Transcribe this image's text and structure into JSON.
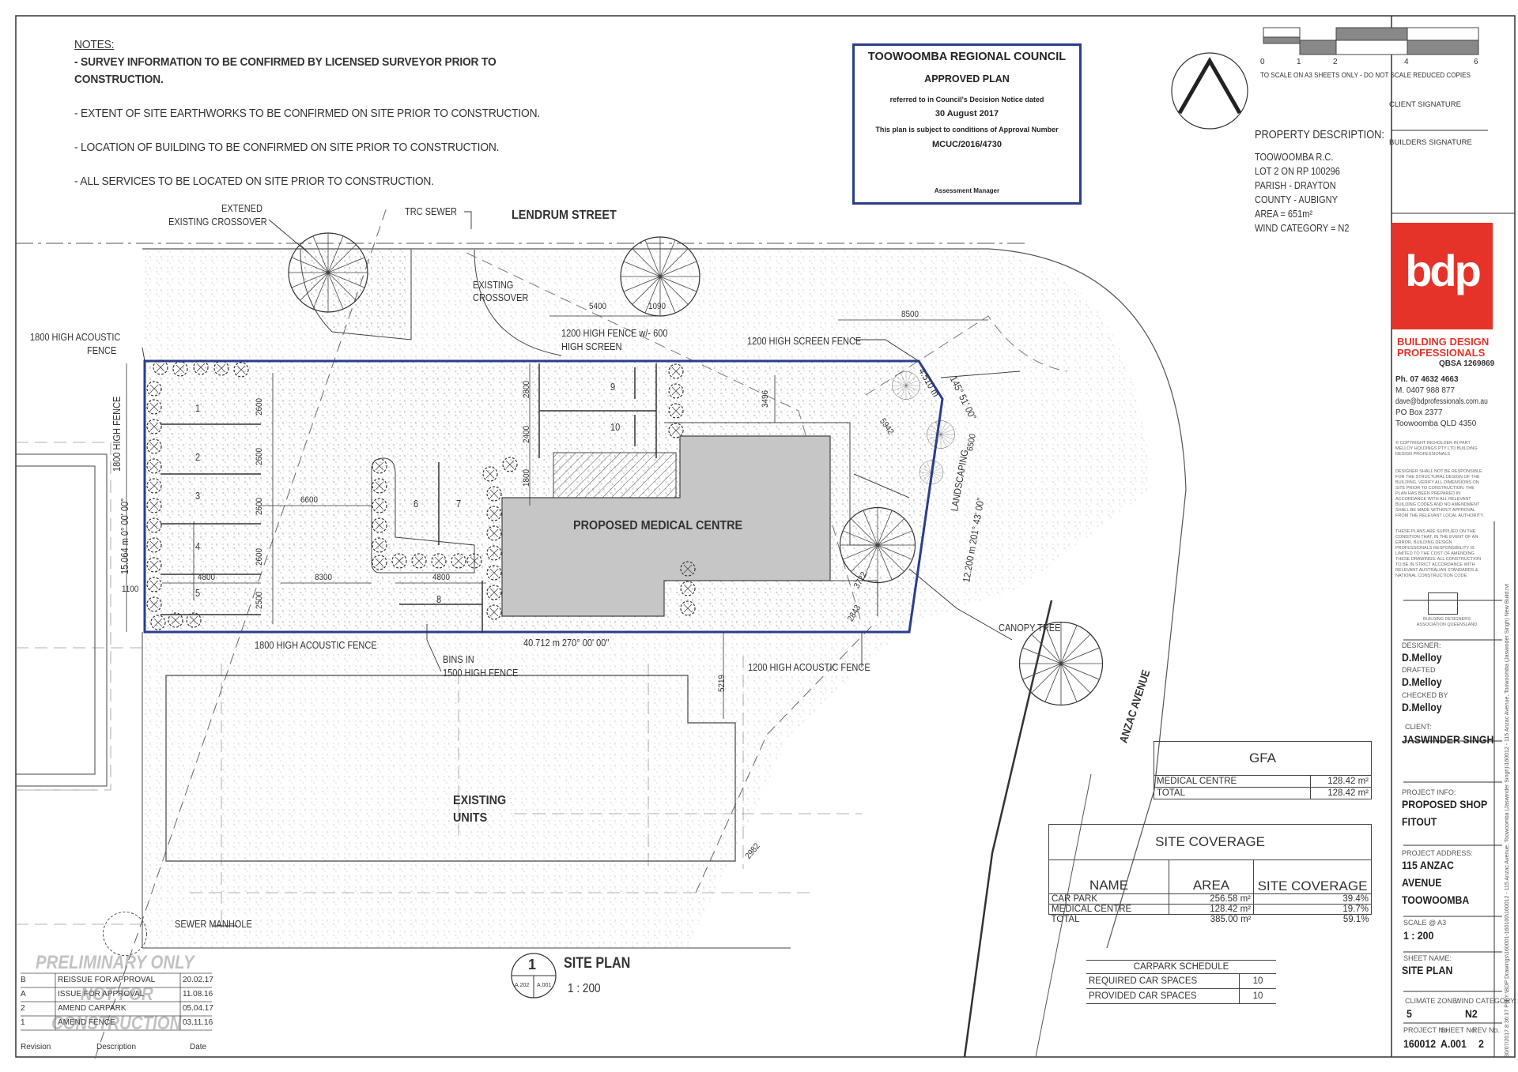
{
  "notes": {
    "heading": "NOTES:",
    "items": [
      "- SURVEY INFORMATION TO BE CONFIRMED BY LICENSED SURVEYOR PRIOR TO",
      "CONSTRUCTION.",
      "- EXTENT OF SITE EARTHWORKS TO BE CONFIRMED ON SITE PRIOR TO CONSTRUCTION.",
      "- LOCATION OF BUILDING TO BE CONFIRMED ON SITE PRIOR TO CONSTRUCTION.",
      "- ALL SERVICES TO BE LOCATED ON SITE PRIOR TO CONSTRUCTION."
    ]
  },
  "stamp": {
    "council": "TOOWOOMBA REGIONAL COUNCIL",
    "approved": "APPROVED PLAN",
    "line1": "referred to in Council's Decision Notice dated",
    "date": "30 August 2017",
    "line2": "This plan is subject to conditions of Approval Number",
    "number": "MCUC/2016/4730",
    "signer": "Assessment Manager"
  },
  "scale_bar": {
    "ticks": [
      "0",
      "1",
      "2",
      "4",
      "6"
    ],
    "note": "TO SCALE ON A3 SHEETS ONLY - DO NOT SCALE REDUCED COPIES"
  },
  "signatures": {
    "client": "CLIENT SIGNATURE",
    "builder": "BUILDERS SIGNATURE"
  },
  "property": {
    "heading": "PROPERTY DESCRIPTION:",
    "lines": [
      "TOOWOOMBA R.C.",
      "LOT 2 ON RP 100296",
      "PARISH - DRAYTON",
      "COUNTY - AUBIGNY",
      "AREA = 651m²",
      "WIND CATEGORY = N2"
    ]
  },
  "labels": {
    "street": "LENDRUM STREET",
    "avenue": "ANZAC AVENUE",
    "building": "PROPOSED MEDICAL CENTRE",
    "existing_units_1": "EXISTING",
    "existing_units_2": "UNITS",
    "extend_crossover_1": "EXTENED",
    "extend_crossover_2": "EXISTING CROSSOVER",
    "trc_sewer": "TRC SEWER",
    "existing_crossover_1": "EXISTING",
    "existing_crossover_2": "CROSSOVER",
    "acoustic_fence_1": "1800 HIGH ACOUSTIC",
    "acoustic_fence_2": "FENCE",
    "high_fence_1": "1200 HIGH FENCE w/- 600",
    "high_fence_2": "HIGH SCREEN",
    "screen_fence": "1200 HIGH SCREEN FENCE",
    "bearing_1": "4.510 m",
    "bearing_2": "145° 51' 00\"",
    "landscaping": "LANDSCAPING",
    "bearing_3": "12.200 m  201° 43' 00\"",
    "west_fence": "1800 HIGH FENCE",
    "west_bearing": "15.064 m  0° 00' 00\"",
    "south_fence": "1800 HIGH ACOUSTIC FENCE",
    "south_bearing": "40.712 m  270° 00' 00\"",
    "bins_1": "BINS IN",
    "bins_2": "1500 HIGH FENCE",
    "acoustic_1200": "1200 HIGH ACOUSTIC FENCE",
    "canopy_tree": "CANOPY TREE",
    "sewer_manhole": "SEWER MANHOLE",
    "site_plan_no": "1",
    "site_plan": "SITE PLAN",
    "site_plan_scale": "1 : 200",
    "ref_a": "A.202",
    "ref_b": "A.001",
    "prelim_1": "PRELIMINARY ONLY",
    "prelim_2": "NOT FOR",
    "prelim_3": "CONSTRUCTION"
  },
  "dimensions": {
    "d5400": "5400",
    "d1090": "1090",
    "d8500": "8500",
    "d2600a": "2600",
    "d2600b": "2600",
    "d2600c": "2600",
    "d2600d": "2600",
    "d2500": "2500",
    "d2800": "2800",
    "d2400": "2400",
    "d1800": "1800",
    "d3496": "3496",
    "d5942": "5942",
    "d6600": "6600",
    "d8300": "8300",
    "d4800a": "4800",
    "d4800b": "4800",
    "d1100": "1100",
    "d6500": "6500",
    "d3722": "3722",
    "d2843": "2843",
    "d5219": "5219",
    "d2982": "2982"
  },
  "parking_numbers": [
    "1",
    "2",
    "3",
    "4",
    "5",
    "6",
    "7",
    "8",
    "9",
    "10"
  ],
  "gfa": {
    "title": "GFA",
    "rows": [
      [
        "MEDICAL CENTRE",
        "128.42 m²"
      ],
      [
        "TOTAL",
        "128.42 m²"
      ]
    ]
  },
  "site_coverage": {
    "title": "SITE COVERAGE",
    "headers": [
      "NAME",
      "AREA",
      "SITE COVERAGE"
    ],
    "rows": [
      [
        "CAR PARK",
        "256.58 m²",
        "39.4%"
      ],
      [
        "MEDICAL CENTRE",
        "128.42 m²",
        "19.7%"
      ],
      [
        "TOTAL",
        "385.00 m²",
        "59.1%"
      ]
    ]
  },
  "carpark": {
    "title": "CARPARK SCHEDULE",
    "rows": [
      [
        "REQUIRED CAR SPACES",
        "10"
      ],
      [
        "PROVIDED CAR SPACES",
        "10"
      ]
    ]
  },
  "revisions": {
    "rows": [
      [
        "B",
        "REISSUE FOR APPROVAL",
        "20.02.17"
      ],
      [
        "A",
        "ISSUE FOR APPROVAL",
        "11.08.16"
      ],
      [
        "2",
        "AMEND CARPARK",
        "05.04.17"
      ],
      [
        "1",
        "AMEND FENCE",
        "03.11.16"
      ]
    ],
    "headers": [
      "Revision",
      "Description",
      "Date"
    ]
  },
  "title_block": {
    "logo": "bdp",
    "company_1": "BUILDING DESIGN",
    "company_2": "PROFESSIONALS",
    "qbsa": "QBSA 1269869",
    "ph": "Ph. 07 4632 4663",
    "mob": "M. 0407 988 877",
    "email": "dave@bdprofessionals.com.au",
    "po": "PO Box 2377",
    "city": "Toowoomba QLD 4350",
    "copyright": "© COPYRIGHT INCHOLDER IN PART MELLOY HOLDINGS PTY LTD BUILDING DESIGN PROFESSIONALS",
    "disclaimer_1": "DESIGNER SHALL NOT BE RESPONSIBLE FOR THE STRUCTURAL DESIGN OF THE BUILDING. VERIFY ALL DIMENSIONS ON SITE PRIOR TO CONSTRUCTION. THE PLAN HAS BEEN PREPARED IN ACCORDANCE WITH ALL RELEVANT BUILDING CODES AND NO AMENDMENT SHALL BE MADE WITHOUT APPROVAL FROM THE RELEVANT LOCAL AUTHORITY.",
    "disclaimer_2": "THESE PLANS ARE SUPPLIED ON THE CONDITION THAT, IN THE EVENT OF AN ERROR, BUILDING DESIGN PROFESSIONALS RESPONSIBILITY IS LIMITED TO THE COST OF AMENDING THESE DRAWINGS. ALL CONSTRUCTION TO BE IN STRICT ACCORDANCE WITH RELEVANT AUSTRALIAN STANDARDS & NATIONAL CONSTRUCTION CODE.",
    "assoc": "BUILDING DESIGNERS ASSOCIATION QUEENSLAND",
    "designer_lbl": "DESIGNER:",
    "designer": "D.Melloy",
    "drafted_lbl": "DRAFTED",
    "drafted": "D.Melloy",
    "checked_lbl": "CHECKED BY",
    "checked": "D.Melloy",
    "client_lbl": "CLIENT:",
    "client": "JASWINDER SINGH",
    "project_lbl": "PROJECT INFO:",
    "project_1": "PROPOSED SHOP",
    "project_2": "FITOUT",
    "address_lbl": "PROJECT ADDRESS:",
    "address_1": "115 ANZAC",
    "address_2": "AVENUE",
    "address_3": "TOOWOOMBA",
    "scale_lbl": "SCALE @ A3",
    "scale": "1 : 200",
    "sheet_lbl": "SHEET NAME:",
    "sheet": "SITE PLAN",
    "climate_lbl": "CLIMATE ZONE:",
    "climate": "5",
    "wind_lbl": "WIND CATEGORY:",
    "wind": "N2",
    "projno_lbl": "PROJECT No.",
    "projno": "160012",
    "sheetno_lbl": "SHEET No.",
    "sheetno": "A.001",
    "rev_lbl": "REV No.",
    "rev": "2",
    "filepath": "30/07/2017 8:36:37 PM  Y:\\BDP Drawings\\160001-160100\\160012 - 115 Anzac Avenue, Toowoomba (Jaswinder Singh)\\160012 - 115 Anzac Avenue, Toowoomba (Jaswinder Singh) New Build.rvt"
  }
}
